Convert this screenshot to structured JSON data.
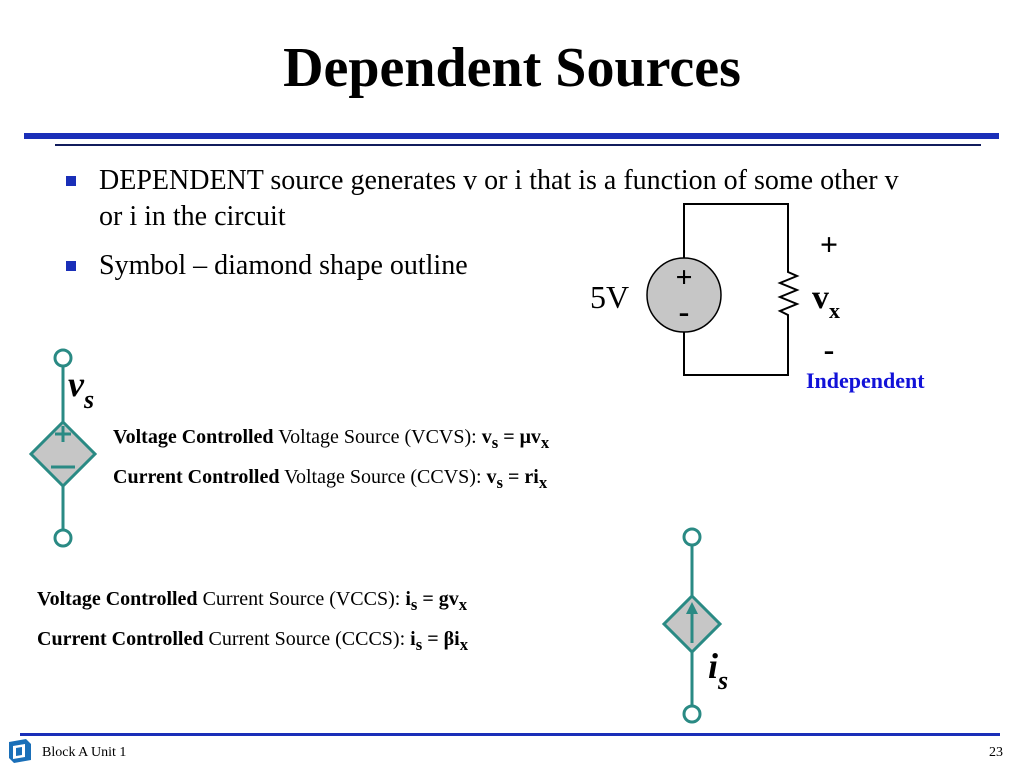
{
  "slide": {
    "title": "Dependent Sources",
    "bullets": [
      "DEPENDENT source generates v or i  that is a function of some other v or i in the circuit",
      "Symbol – diamond shape outline"
    ]
  },
  "independent_circuit": {
    "source_label": "5V",
    "plus": "+",
    "minus": "-",
    "vx_plus": "+",
    "vx_base": "v",
    "vx_sub": "x",
    "vx_minus": "-",
    "caption": "Independent"
  },
  "voltage_symbol": {
    "label_base": "v",
    "label_sub": "s",
    "plus": "+",
    "minus": "–"
  },
  "current_symbol": {
    "label_base": "i",
    "label_sub": "s"
  },
  "definitions": {
    "vcvs": {
      "bold": "Voltage Controlled",
      "text": " Voltage Source (VCVS): ",
      "eq1": "v",
      "sub1": "s",
      "eq2": " = μv",
      "sub2": "x"
    },
    "ccvs": {
      "bold": "Current Controlled",
      "text": " Voltage Source (CCVS): ",
      "eq1": "v",
      "sub1": "s",
      "eq2": " = ri",
      "sub2": "x"
    },
    "vccs": {
      "bold": "Voltage Controlled",
      "text": " Current Source (VCCS): ",
      "eq1": "i",
      "sub1": "s",
      "eq2": " = gv",
      "sub2": "x"
    },
    "cccs": {
      "bold": "Current Controlled",
      "text": " Current Source (CCCS): ",
      "eq1": "i",
      "sub1": "s",
      "eq2": " = βi",
      "sub2": "x"
    }
  },
  "footer": {
    "left": "Block A Unit 1",
    "page": "23"
  },
  "colors": {
    "accent_blue": "#1a2fb8",
    "dark_navy": "#111c5c",
    "teal": "#2a8a84",
    "symbol_fill": "#c6c6c6",
    "caption_blue": "#1212d8"
  }
}
